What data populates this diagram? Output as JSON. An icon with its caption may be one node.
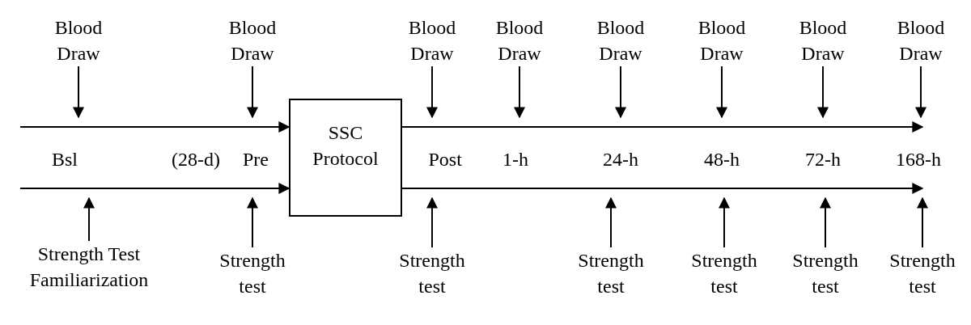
{
  "diagram": {
    "nodes": [
      {
        "text": [
          "Blood Draw"
        ]
      },
      {
        "text": [
          "Blood Draw"
        ]
      },
      {
        "text": [
          "Blood Draw"
        ]
      },
      {
        "text": [
          "Blood Draw"
        ]
      },
      {
        "text": [
          "Blood Draw"
        ]
      },
      {
        "text": [
          "Blood Draw"
        ]
      },
      {
        "text": [
          "Blood Draw"
        ]
      },
      {
        "text": [
          "Blood Draw"
        ]
      },
      {
        "text": [
          "SSC Protocol"
        ]
      },
      {
        "text": [
          "Strength Test Familiarization"
        ]
      },
      {
        "text": [
          "Strength test"
        ]
      },
      {
        "text": [
          "Strength test"
        ]
      },
      {
        "text": [
          "Strength test"
        ]
      },
      {
        "text": [
          "Strength test"
        ]
      },
      {
        "text": [
          "Strength test"
        ]
      },
      {
        "text": [
          "Strength test"
        ]
      }
    ],
    "edges": [
      {
        "from": 0,
        "to": null,
        "arrow": "to"
      },
      {
        "from": 1,
        "to": null,
        "arrow": "to"
      },
      {
        "from": 2,
        "to": null,
        "arrow": "to"
      },
      {
        "from": 3,
        "to": null,
        "arrow": "to"
      },
      {
        "from": 4,
        "to": null,
        "arrow": "to"
      },
      {
        "from": 5,
        "to": null,
        "arrow": "to"
      },
      {
        "from": 6,
        "to": null,
        "arrow": "to"
      },
      {
        "from": 7,
        "to": null,
        "arrow": "to"
      },
      {
        "from": null,
        "to": 8,
        "arrow": "to"
      },
      {
        "from": null,
        "to": 8,
        "arrow": "to"
      },
      {
        "from": 8,
        "to": null,
        "arrow": "to"
      },
      {
        "from": 8,
        "to": null,
        "arrow": "to"
      },
      {
        "from": 9,
        "to": null,
        "arrow": "to"
      },
      {
        "from": 10,
        "to": null,
        "arrow": "to"
      },
      {
        "from": 11,
        "to": null,
        "arrow": "to"
      },
      {
        "from": 12,
        "to": null,
        "arrow": "to"
      },
      {
        "from": 13,
        "to": null,
        "arrow": "to"
      },
      {
        "from": 14,
        "to": null,
        "arrow": "to"
      },
      {
        "from": 15,
        "to": null,
        "arrow": "to"
      }
    ],
    "labels": [
      "Bsl",
      "(28-d)",
      "Pre",
      "Post",
      "1-h",
      "24-h",
      "48-h",
      "72-h",
      "168-h"
    ]
  }
}
